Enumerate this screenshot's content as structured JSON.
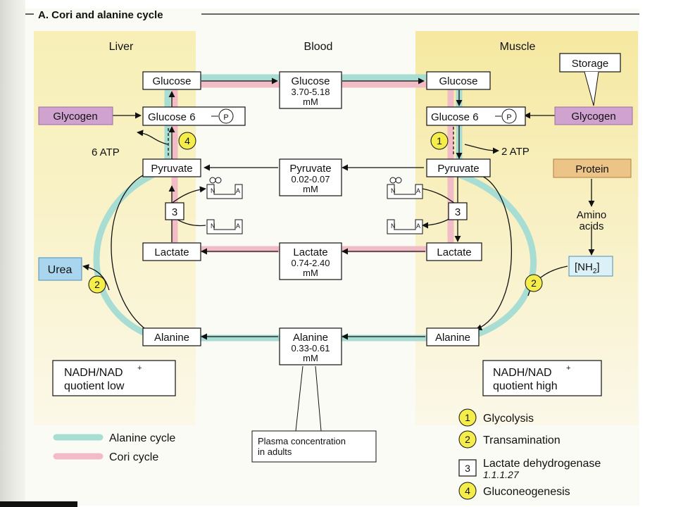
{
  "title": "A. Cori and alanine cycle",
  "columns": {
    "liver": "Liver",
    "blood": "Blood",
    "muscle": "Muscle"
  },
  "liver": {
    "glucose": "Glucose",
    "glucose6": "Glucose 6",
    "glycogen": "Glycogen",
    "atp": "6 ATP",
    "pyruvate": "Pyruvate",
    "lactate": "Lactate",
    "alanine": "Alanine",
    "urea": "Urea",
    "quotient": [
      "NADH/NAD",
      "quotient low"
    ]
  },
  "blood": {
    "glucose": [
      "Glucose",
      "3.70-5.18",
      "mM"
    ],
    "pyruvate": [
      "Pyruvate",
      "0.02-0.07",
      "mM"
    ],
    "lactate": [
      "Lactate",
      "0.74-2.40",
      "mM"
    ],
    "alanine": [
      "Alanine",
      "0.33-0.61",
      "mM"
    ],
    "plasma_note": [
      "Plasma concentration",
      "in adults"
    ]
  },
  "muscle": {
    "storage": "Storage",
    "glucose": "Glucose",
    "glucose6": "Glucose 6",
    "glycogen": "Glycogen",
    "atp": "2 ATP",
    "pyruvate": "Pyruvate",
    "protein": "Protein",
    "amino_acids": [
      "Amino",
      "acids"
    ],
    "nh2": "[NH",
    "nh2_sub": "2",
    "nh2_close": "]",
    "lactate": "Lactate",
    "alanine": "Alanine",
    "quotient": [
      "NADH/NAD",
      "quotient high"
    ]
  },
  "symbols": {
    "phosphate": "P",
    "nad_n": "N",
    "nad_a": "A",
    "plus": "+"
  },
  "step_numbers": {
    "glycolysis": "1",
    "transamination": "2",
    "ldh": "3",
    "gluconeogenesis": "4"
  },
  "legend": {
    "alanine_cycle": "Alanine cycle",
    "cori_cycle": "Cori cycle",
    "glycolysis": "Glycolysis",
    "transamination": "Transamination",
    "ldh": "Lactate dehydrogenase",
    "ldh_ec": "1.1.1.27",
    "gluconeogenesis": "Gluconeogenesis"
  },
  "colors": {
    "alanine_cycle": "#a8ddd4",
    "cori_cycle": "#f2bcc6",
    "step_circle": "#f5ee4a",
    "glycogen_box": "#cfa2d0",
    "protein_box": "#ecc487",
    "urea_box": "#a9d6ee",
    "nh2_box": "#dcf0f8",
    "liver_band": "#f7efb6",
    "muscle_band": "#f6e8a0"
  }
}
